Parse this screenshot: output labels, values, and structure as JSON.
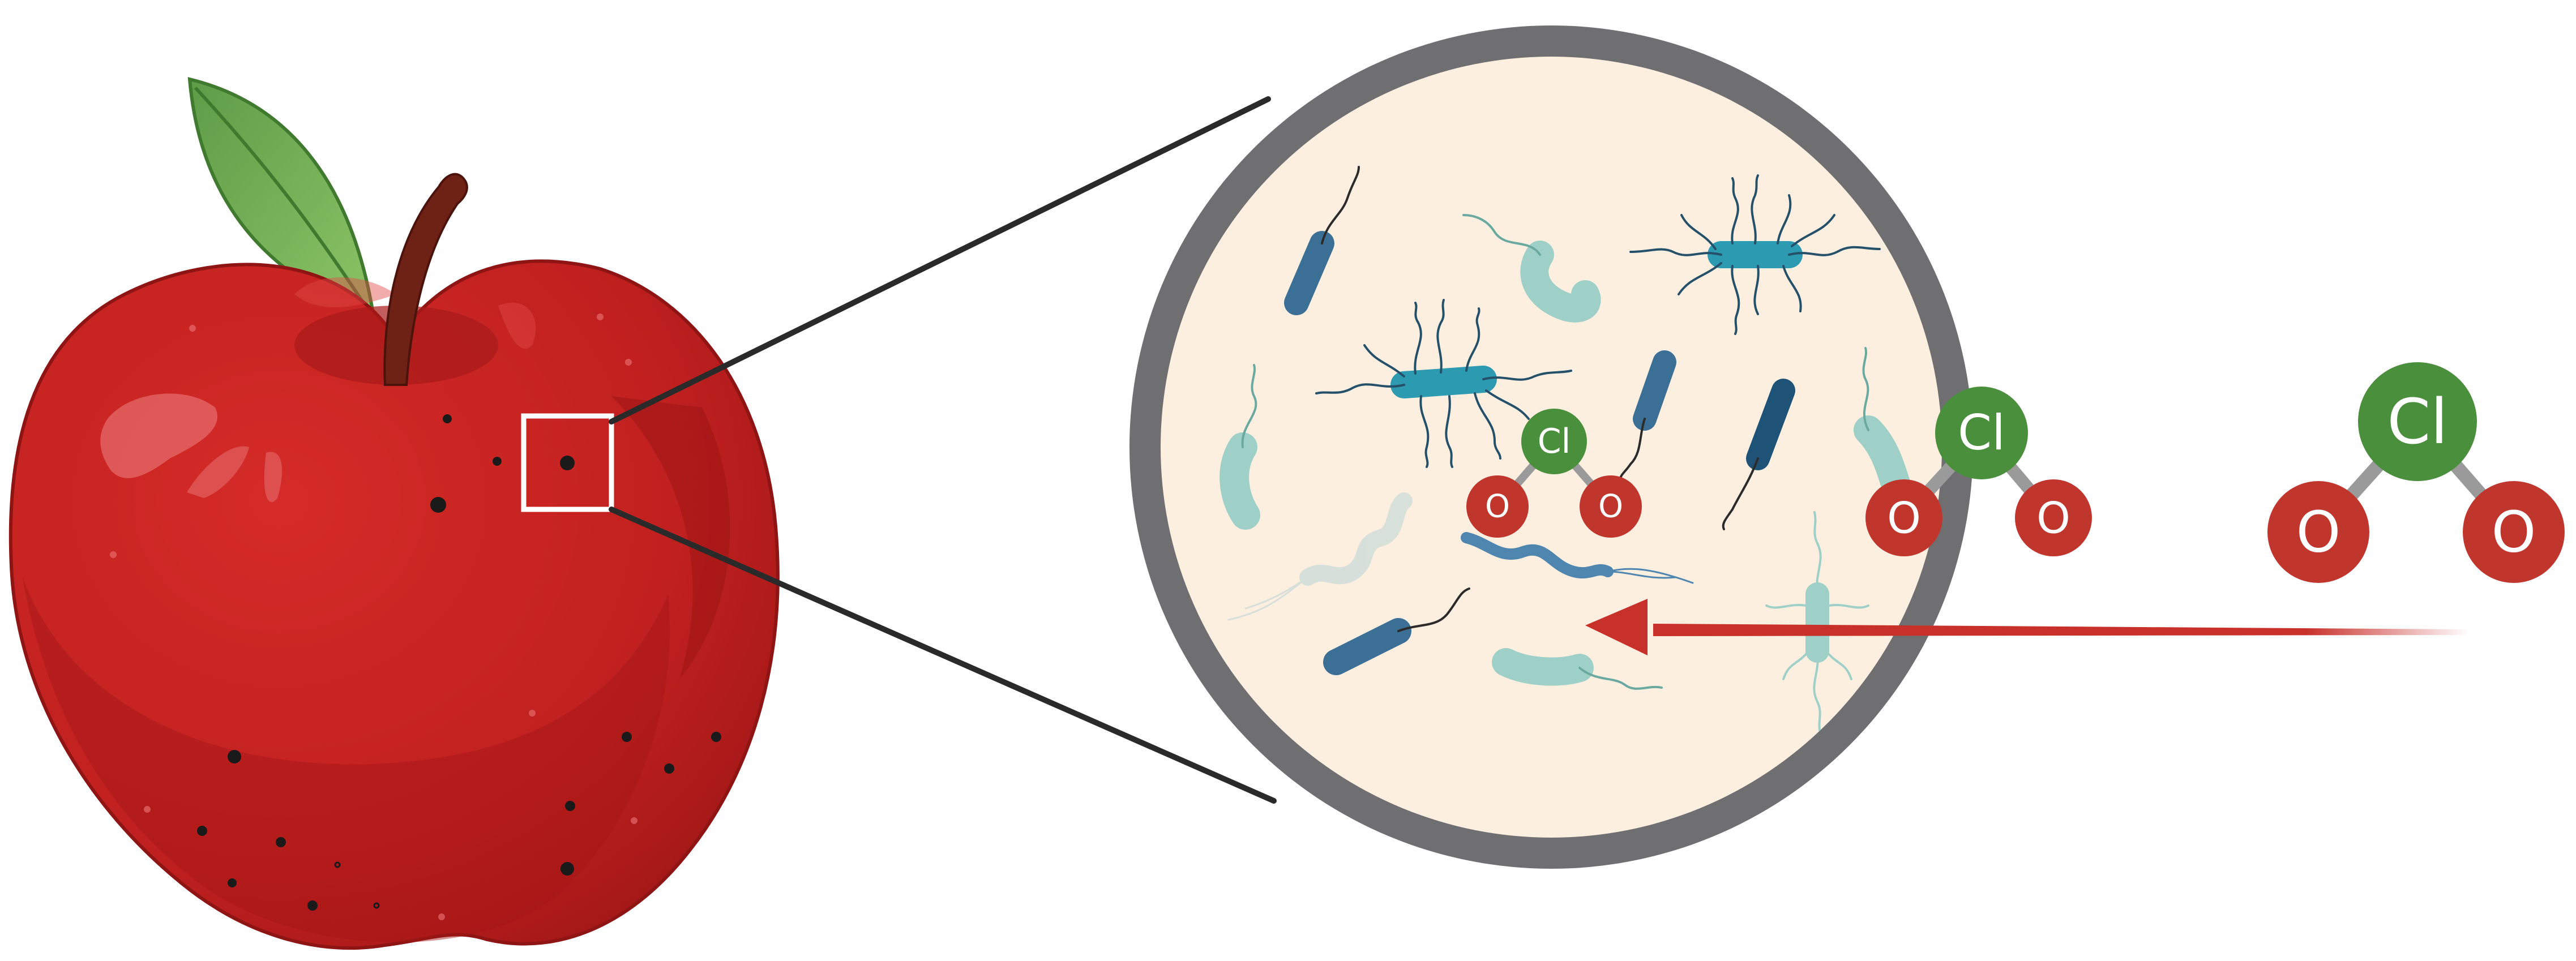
{
  "molecules": {
    "inside": {
      "center_label": "Cl",
      "left_label": "O",
      "right_label": "O"
    },
    "edge": {
      "center_label": "Cl",
      "left_label": "O",
      "right_label": "O"
    },
    "free": {
      "center_label": "Cl",
      "left_label": "O",
      "right_label": "O"
    }
  },
  "colors": {
    "apple": "#c0201f",
    "apple_dark": "#9e1616",
    "leaf": "#6aa84f",
    "stem": "#6e2216",
    "magnifier_ring": "#6f6f71",
    "magnifier_fill": "#fcefe0",
    "chlorine": "#4a8f3c",
    "oxygen": "#c0362c",
    "arrow": "#c8302a",
    "bacteria_teal": "#2c9ab0",
    "bacteria_blue": "#3b6f95",
    "bacteria_pale": "#9fd0c8"
  },
  "icons": [
    "apple-icon",
    "magnifier-icon",
    "bacteria-icon",
    "chlorine-dioxide-molecule-icon",
    "arrow-icon"
  ]
}
